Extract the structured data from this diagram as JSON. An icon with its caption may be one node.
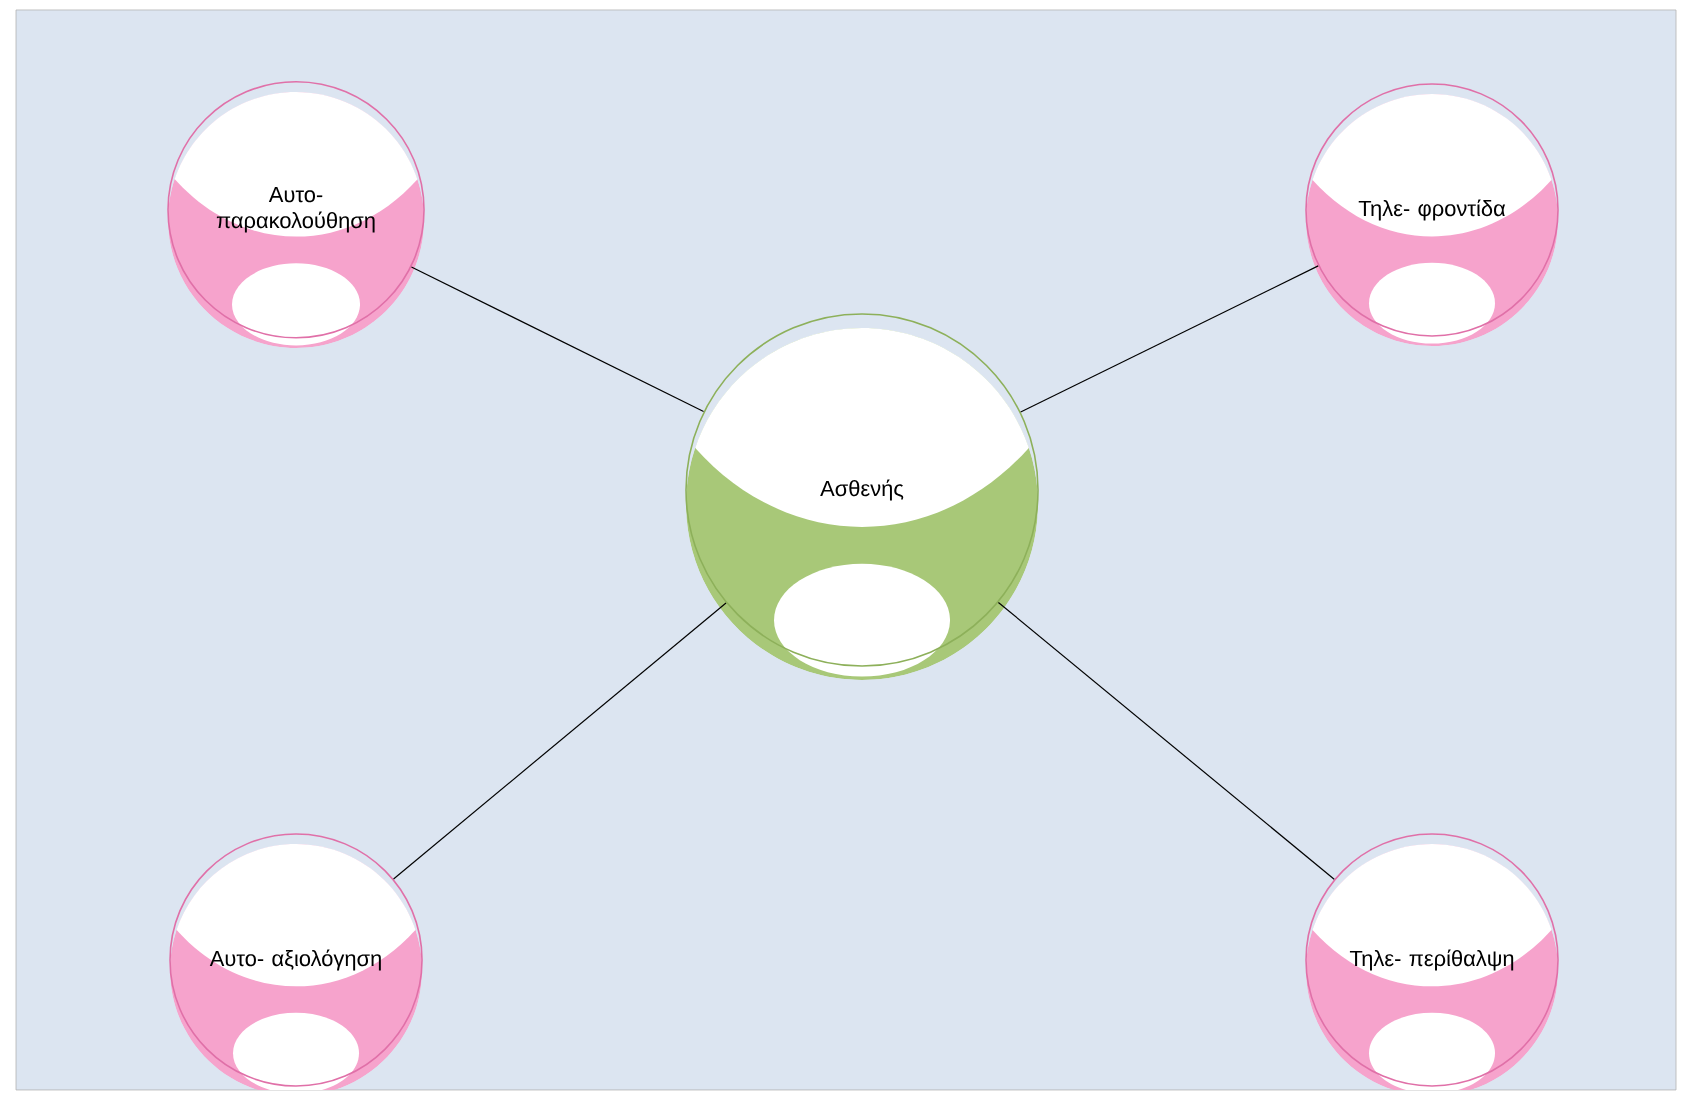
{
  "diagram": {
    "nodes": [
      {
        "text": [
          "Αυτο- παρακολούθηση"
        ]
      },
      {
        "text": [
          "Τηλε- φροντίδα"
        ]
      },
      {
        "text": [
          "Ασθενής"
        ]
      },
      {
        "text": [
          "Αυτο- αξιολόγηση"
        ]
      },
      {
        "text": [
          "Τηλε- περίθαλψη"
        ]
      }
    ],
    "edges": [
      {
        "from": 2,
        "to": 0,
        "arrow": "none"
      },
      {
        "from": 2,
        "to": 1,
        "arrow": "none"
      },
      {
        "from": 2,
        "to": 3,
        "arrow": "none"
      },
      {
        "from": 2,
        "to": 4,
        "arrow": "none"
      }
    ]
  }
}
